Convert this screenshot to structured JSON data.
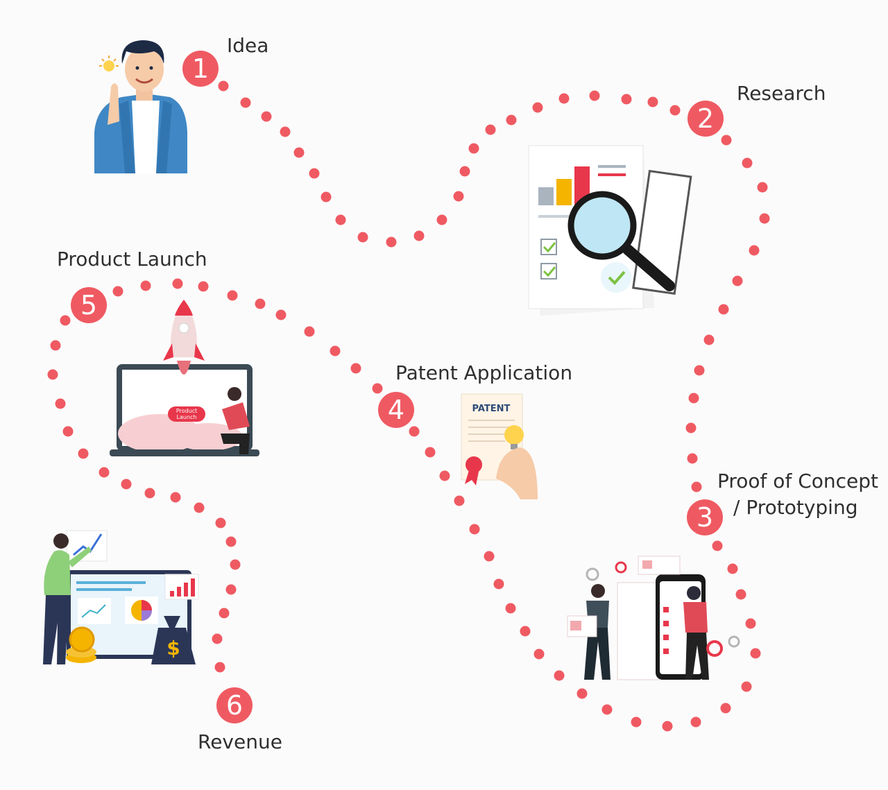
{
  "colors": {
    "dots": "#ef5a62",
    "badge": "#ef5a62",
    "text": "#2f2f2f",
    "background": "#fcfbfb"
  },
  "steps": [
    {
      "number": "1",
      "label": "Idea",
      "icon": "person-with-idea-icon"
    },
    {
      "number": "2",
      "label": "Research",
      "icon": "research-magnifier-icon"
    },
    {
      "number": "3",
      "label_line1": "Proof of Concept",
      "label_line2": "/ Prototyping",
      "icon": "prototyping-app-icon"
    },
    {
      "number": "4",
      "label": "Patent Application",
      "icon": "patent-certificate-icon"
    },
    {
      "number": "5",
      "label": "Product Launch",
      "icon": "rocket-laptop-icon"
    },
    {
      "number": "6",
      "label": "Revenue",
      "icon": "revenue-dashboard-icon"
    }
  ],
  "illustration_text": {
    "patent": "PATENT",
    "launch_line1": "Product",
    "launch_line2": "Launch",
    "dollar": "$"
  }
}
